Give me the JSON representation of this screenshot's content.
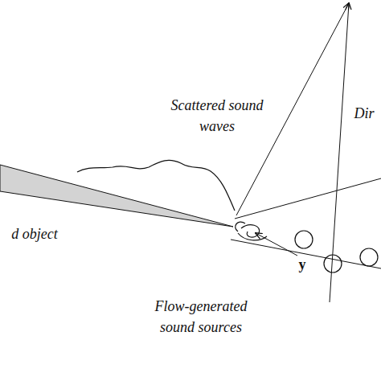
{
  "diagram": {
    "labels": [
      "Scattered sound waves",
      "Dir",
      "d object",
      "Flow-generated sound sources",
      "y"
    ]
  }
}
